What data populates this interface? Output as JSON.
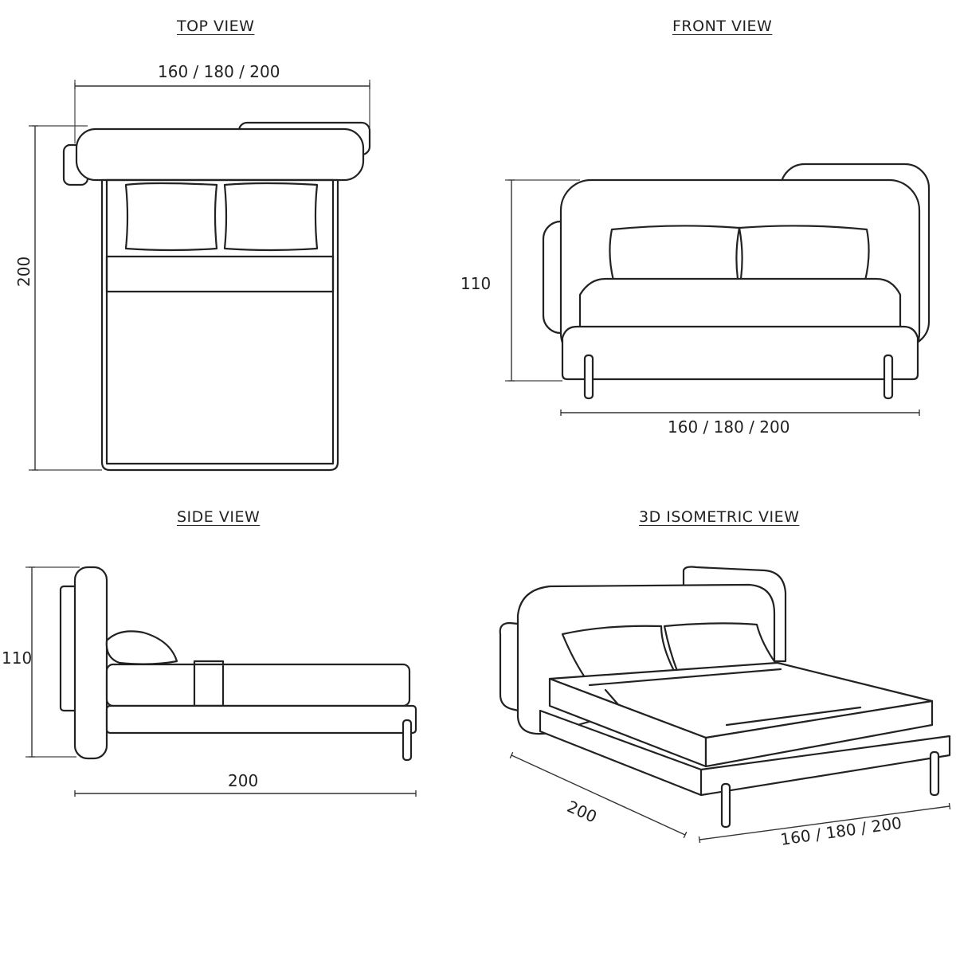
{
  "views": {
    "top": {
      "title": "TOP VIEW",
      "width_label": "160 / 180 / 200",
      "length_label": "200"
    },
    "front": {
      "title": "FRONT VIEW",
      "height_label": "110",
      "width_label": "160 / 180 / 200"
    },
    "side": {
      "title": "SIDE VIEW",
      "height_label": "110",
      "length_label": "200"
    },
    "iso": {
      "title": "3D ISOMETRIC VIEW",
      "length_label": "200",
      "width_label": "160 / 180 / 200"
    }
  }
}
